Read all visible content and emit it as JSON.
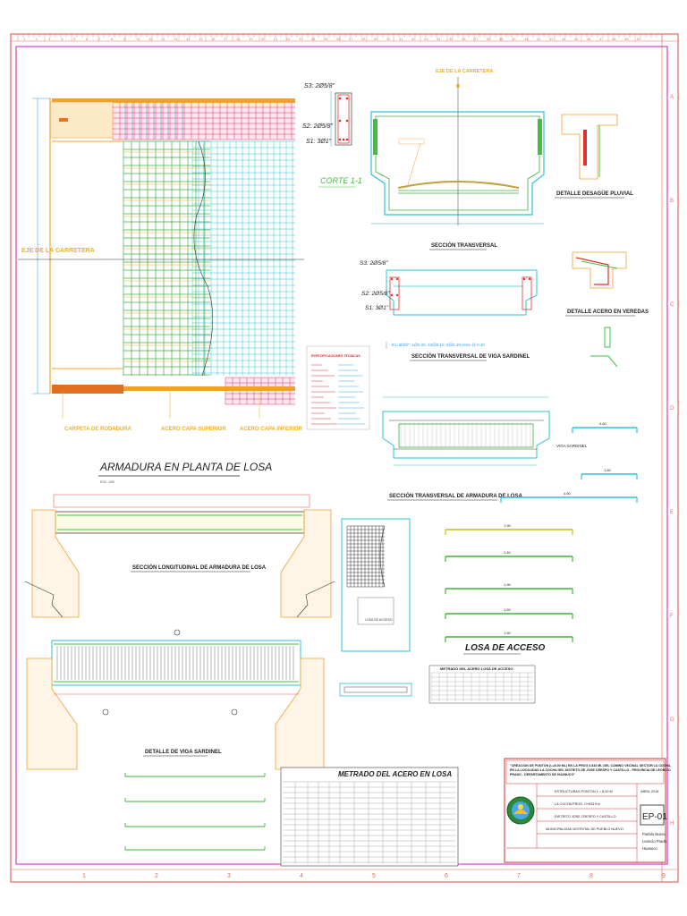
{
  "ruler": {
    "top_numbers": [
      "1",
      "2",
      "3",
      "4",
      "5",
      "6",
      "7",
      "8",
      "9",
      "10",
      "11",
      "12",
      "13",
      "14",
      "15",
      "16",
      "17",
      "18",
      "19",
      "20",
      "21",
      "22",
      "23",
      "24",
      "25",
      "26",
      "27",
      "28",
      "29",
      "30",
      "31",
      "32",
      "33",
      "34",
      "35",
      "36",
      "37",
      "38",
      "39",
      "40",
      "41",
      "42",
      "43",
      "44",
      "45",
      "46",
      "47",
      "48",
      "49",
      "50"
    ],
    "bottom_numbers": [
      "1",
      "2",
      "3",
      "4",
      "5",
      "6",
      "7",
      "8",
      "9"
    ],
    "side_letters": [
      "A",
      "B",
      "C",
      "D",
      "E",
      "F",
      "G",
      "H"
    ]
  },
  "plan": {
    "eje_label": "EJE DE LA CARRETERA",
    "carpeta": "CARPETA DE RODADURA",
    "acero_sup": "ACERO CAPA SUPERIOR",
    "acero_inf": "ACERO CAPA INFERIOR",
    "title": "ARMADURA EN PLANTA DE LOSA",
    "scale": "ESC: 1/50"
  },
  "corte": {
    "title": "CORTE 1-1",
    "s3": "S3: 2Ø5/8\"",
    "s2": "S2: 2Ø5/8\"",
    "s1": "S1: 3Ø1\""
  },
  "seccion_transversal": {
    "eje": "EJE DE LA CARRETERA",
    "title": "SECCIÓN TRANSVERSAL"
  },
  "detalles": {
    "desague": "DETALLE DESAGÜE PLUVIAL",
    "veredas": "DETALLE ACERO EN VEREDAS"
  },
  "viga_sardinel": {
    "s3": "S3: 2Ø5/8\"",
    "s2": "S2: 2Ø5/8\"",
    "s1": "S1: 3Ø1\"",
    "estribos": "E1: Ø3/8\": 1@0.05, 10@0.10, 5@0.15 resto @ 0.30",
    "title": "SECCIÓN TRANSVERSAL DE VIGA SARDINEL"
  },
  "notas": {
    "title": "ESPECIFICACIONES TÉCNICAS"
  },
  "armadura_losa": {
    "viga": "VIGA SARDINEL",
    "title": "SECCIÓN TRANSVERSAL DE ARMADURA DE LOSA"
  },
  "longitudinal": {
    "title": "SECCIÓN LONGITUDINAL DE ARMADURA DE LOSA"
  },
  "detalle_viga": {
    "title": "DETALLE DE VIGA SARDINEL"
  },
  "losa_acceso": {
    "title": "LOSA DE ACCESO",
    "caption": "LOSA DE ACCESO",
    "table_title": "METRADO DEL ACERO LOSA DE ACCESO"
  },
  "bars_right": [
    "4.60",
    "1.60",
    "4.60",
    "1.90",
    "1.40",
    "1.90",
    "1.60",
    "1.50"
  ],
  "metrado": {
    "title": "METRADO DEL ACERO EN LOSA"
  },
  "title_block": {
    "project": "\"CREACION DE PONTON (L=8.00 ML) EN LA PROG 0.833 ML DEL CAMINO VECINAL SECTOR LA COCHA, EN LA LOCALIDAD LA COCHA DEL DISTRITO DE JOSE CRESPO Y CASTILLO - PROVINCIA DE LEONCIO PRADO - DEPARTAMENTO DE HUANUCO\"",
    "plano": "ESTRUCTURAS PONTON L = 8.00 M",
    "lugar": "LA COCHA PROG. 0+833 Km",
    "dist": "DISTRITO JOSE CRESPO Y CASTILLO",
    "muni": "MUNICIPALIDAD DISTRITAL DE PUEBLO NUEVO",
    "fecha": "ABRIL 2018",
    "sheet": "EP-01",
    "prov": "Pueblo Nuevo\nLeoncio Prado\nHuanuco"
  }
}
